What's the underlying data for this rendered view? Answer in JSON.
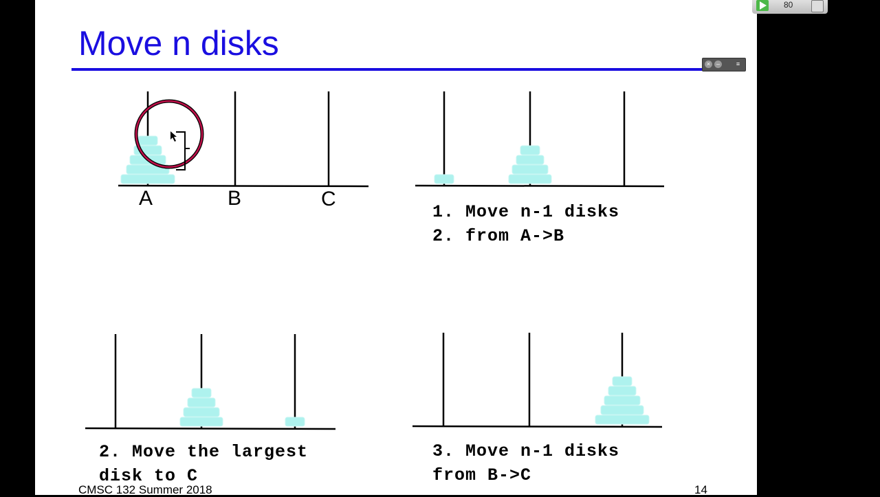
{
  "slide": {
    "title": "Move n disks",
    "peg_labels": [
      "A",
      "B",
      "C"
    ],
    "step1": "1. Move n-1 disks\n2. from A->B",
    "step2": "2. Move the largest\ndisk to C",
    "step3": "3. Move n-1 disks\nfrom B->C",
    "footer": "CMSC 132 Summer 2018",
    "page_number": "14"
  },
  "diagrams": [
    {
      "pegs": [
        5,
        0,
        0
      ]
    },
    {
      "pegs": [
        1,
        4,
        0
      ]
    },
    {
      "pegs": [
        0,
        4,
        1
      ]
    },
    {
      "pegs": [
        0,
        0,
        5
      ]
    }
  ],
  "player": {
    "speed": "80",
    "icons": [
      "play-icon",
      "picture-in-picture-icon"
    ]
  },
  "colors": {
    "title": "#1a0ee0",
    "disk": "#aef2ee",
    "highlight_circle": "#c0104a"
  }
}
